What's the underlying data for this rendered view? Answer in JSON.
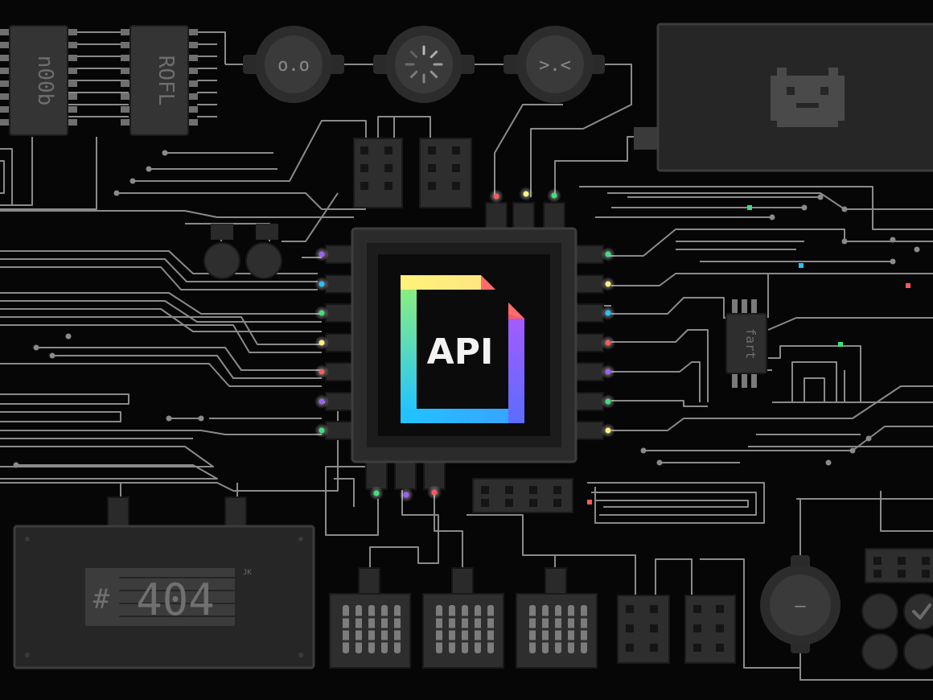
{
  "scene": {
    "background_color": "#060606",
    "trace_color": "#8a8a8a",
    "component_color": "#2e2e2e"
  },
  "labels": {
    "ic_left": "n00b",
    "ic_right": "ROFL",
    "small_ic": "fart",
    "api": "API",
    "error_hash": "#",
    "error_code": "404",
    "error_signature": "JK"
  },
  "faces": {
    "left": "o.o",
    "right": ">.<",
    "bottom": "—"
  },
  "icons": [
    "pixel-cat-icon",
    "loading-spinner-icon",
    "check-icon",
    "api-document-icon"
  ],
  "led_colors": {
    "red": "#ff5a5a",
    "yellow": "#fff27a",
    "green": "#3ee07a",
    "blue": "#22c4ff",
    "purple": "#a25cff",
    "api_gradient": [
      "#fff27a",
      "#3ee07a",
      "#22c4ff",
      "#a25cff",
      "#ff5a5a"
    ]
  }
}
